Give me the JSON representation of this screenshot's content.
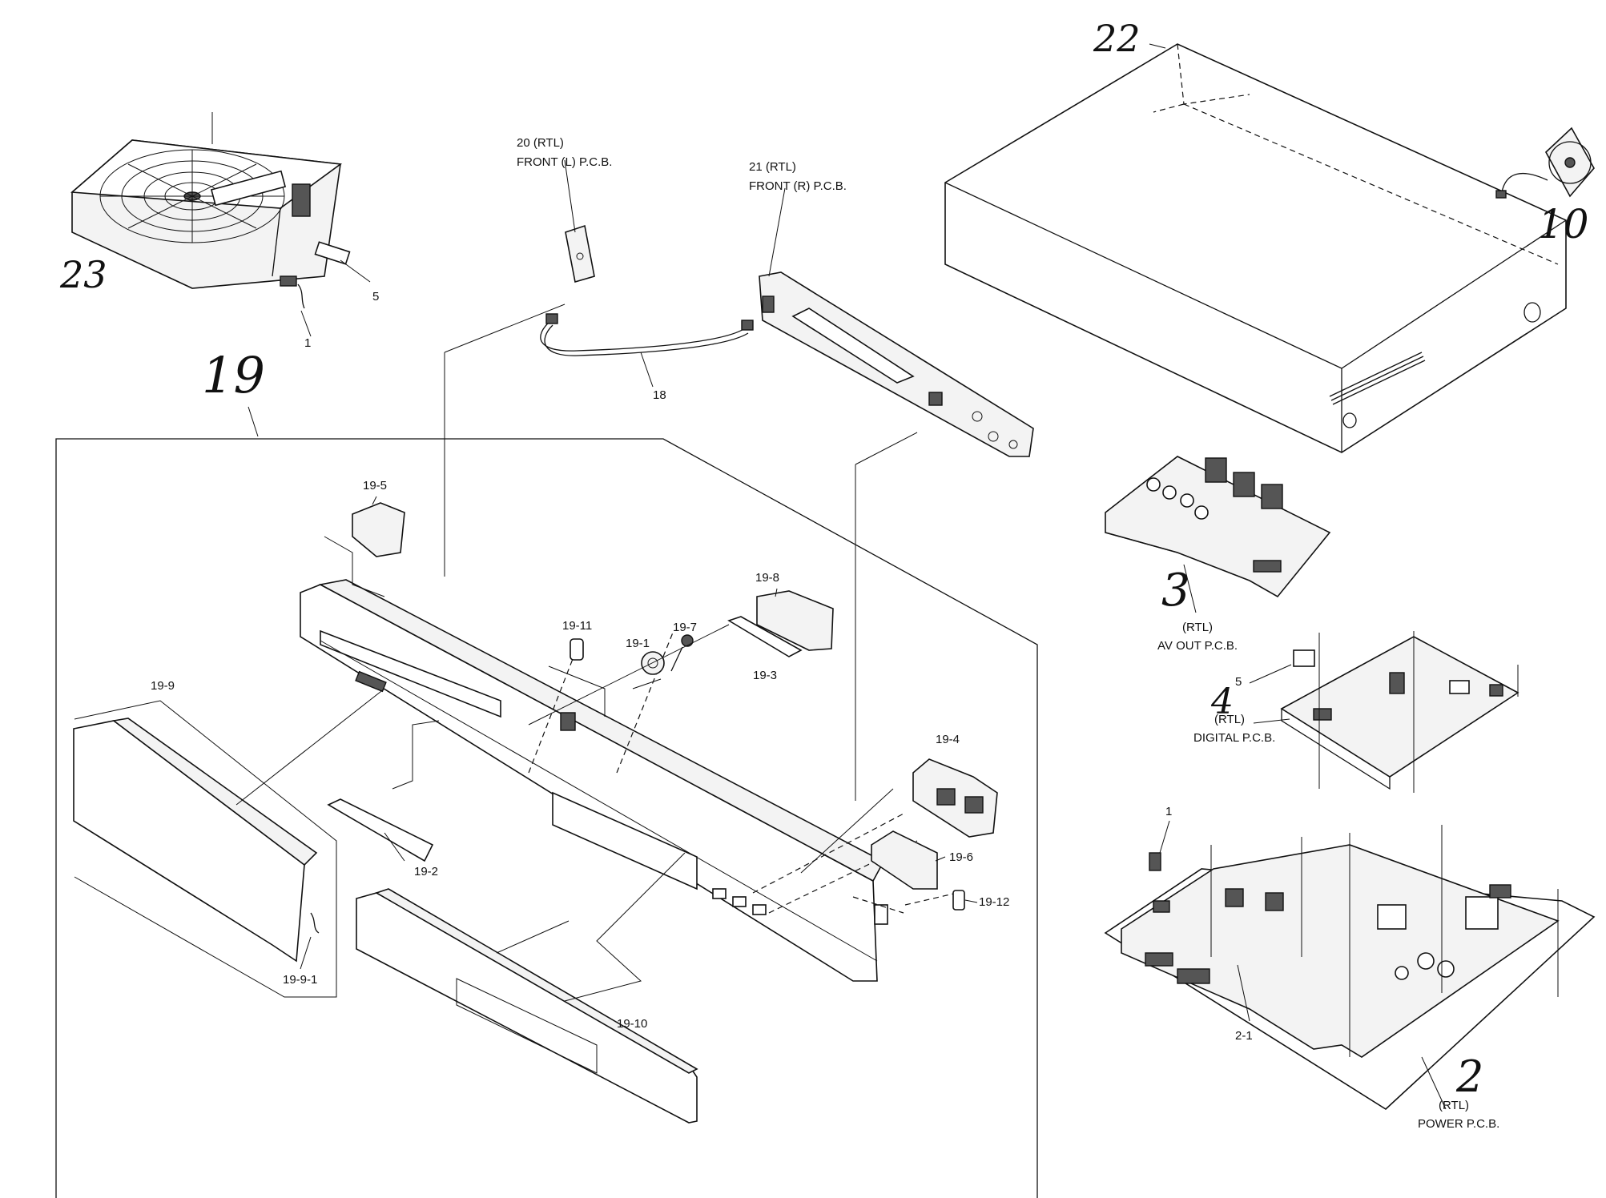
{
  "labels": {
    "part_1_drive": "1",
    "part_5_drive": "5",
    "part_20": "20 (RTL)",
    "part_20_desc": "FRONT (L) P.C.B.",
    "part_21": "21 (RTL)",
    "part_21_desc": "FRONT (R) P.C.B.",
    "part_18": "18",
    "part_19_5": "19-5",
    "part_19_8": "19-8",
    "part_19_11": "19-11",
    "part_19_1": "19-1",
    "part_19_7": "19-7",
    "part_19_3": "19-3",
    "part_19_9": "19-9",
    "part_19_4": "19-4",
    "part_19_6": "19-6",
    "part_19_2": "19-2",
    "part_19_12": "19-12",
    "part_19_9_1": "19-9-1",
    "part_19_10": "19-10",
    "part_3_rtl": "(RTL)",
    "part_3_desc": "AV OUT P.C.B.",
    "part_5_digital": "5",
    "part_4_rtl": "(RTL)",
    "part_4_desc": "DIGITAL P.C.B.",
    "part_1_power": "1",
    "part_2_1": "2-1",
    "part_2_rtl": "(RTL)",
    "part_2_desc": "POWER P.C.B."
  },
  "handwritten": {
    "n22": "22",
    "n23": "23",
    "n19": "19",
    "n10": "10",
    "n3": "3",
    "n4": "4",
    "n2": "2"
  }
}
